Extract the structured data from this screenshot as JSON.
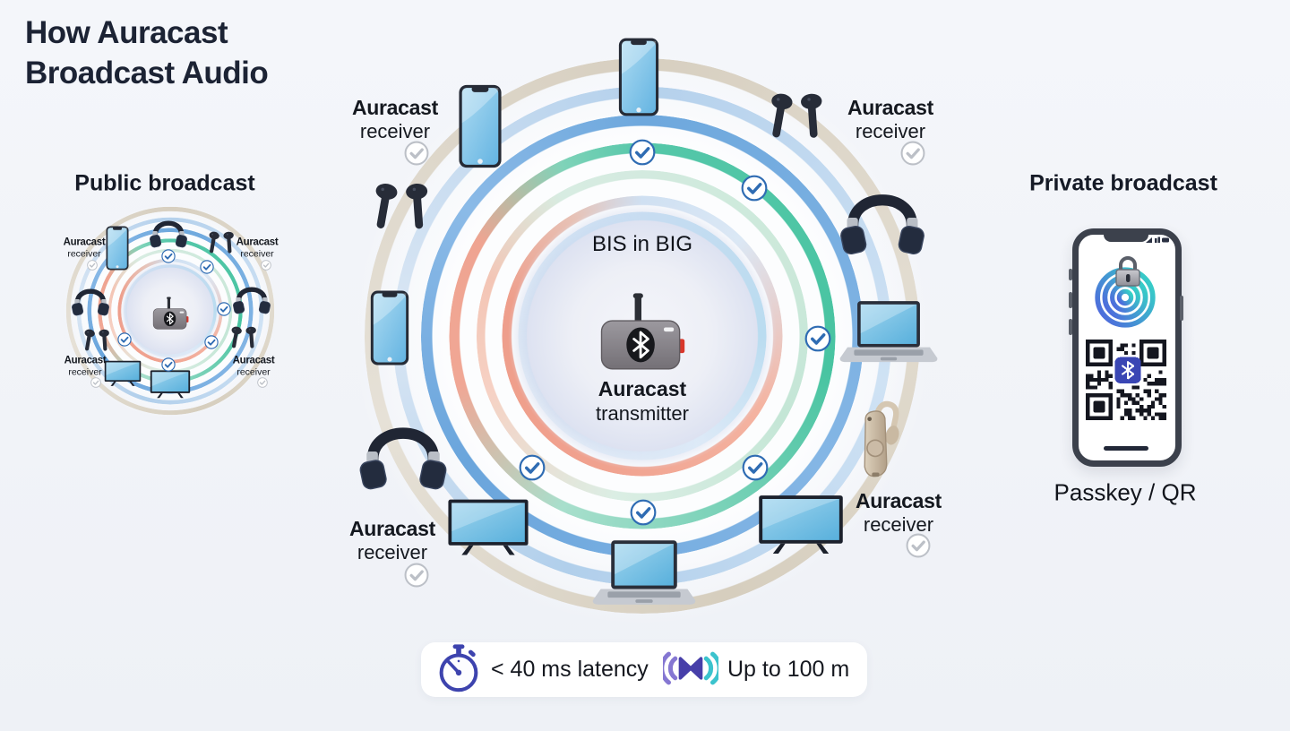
{
  "header": {
    "title_line1": "How Auracast",
    "title_line2": "Broadcast Audio"
  },
  "public_panel": {
    "title": "Public broadcast",
    "receivers": [
      {
        "line1": "Auracast",
        "line2": "receiver"
      },
      {
        "line1": "Auracast",
        "line2": "receiver"
      },
      {
        "line1": "Auracast",
        "line2": "receiver"
      },
      {
        "line1": "Auracast",
        "line2": "receiver"
      }
    ]
  },
  "main_diagram": {
    "center_caption": "BIS in BIG",
    "transmitter": {
      "line1": "Auracast",
      "line2": "transmitter"
    },
    "receivers": [
      {
        "line1": "Auracast",
        "line2": "receiver"
      },
      {
        "line1": "Auracast",
        "line2": "receiver"
      },
      {
        "line1": "Auracast",
        "line2": "receiver"
      },
      {
        "line1": "Auracast",
        "line2": "receiver"
      }
    ]
  },
  "private_panel": {
    "title": "Private broadcast",
    "caption": "Passkey / QR"
  },
  "footer": {
    "latency_label": "< 40 ms latency",
    "range_label": "Up to 100 m"
  },
  "icons": {
    "devices": [
      "smartphone",
      "earbuds",
      "headphones",
      "laptop",
      "tv",
      "hearing-aid"
    ],
    "transmitter": "auracast-transmitter",
    "check": "checkmark-icon",
    "stopwatch": "stopwatch-icon",
    "signal": "broadcast-range-icon",
    "lock": "padlock-icon",
    "ripple": "broadcast-ripple-icon",
    "qr": "qr-code",
    "bluetooth": "bluetooth-icon"
  },
  "colors": {
    "background": "#f1f3f8",
    "title_text": "#1c2334",
    "check_blue": "#2f6cb3",
    "check_gray": "#bcc0c7",
    "ring_beige": "#d7cfc0",
    "ring_light_blue": "#b5d1ec",
    "ring_blue": "#6ea8dd",
    "ring_teal": "#55c7a9",
    "ring_salmon": "#f0a18e",
    "inner_disc": "#dde2f1",
    "screen_blue": "#7fc2e8",
    "device_dark": "#222834",
    "stopwatch_icon": "#3d43ae",
    "signal_purple": "#8577d2",
    "signal_indigo": "#473fa9",
    "signal_teal": "#3bc3cd",
    "qr_bluetooth_badge": "#3a46b4"
  }
}
